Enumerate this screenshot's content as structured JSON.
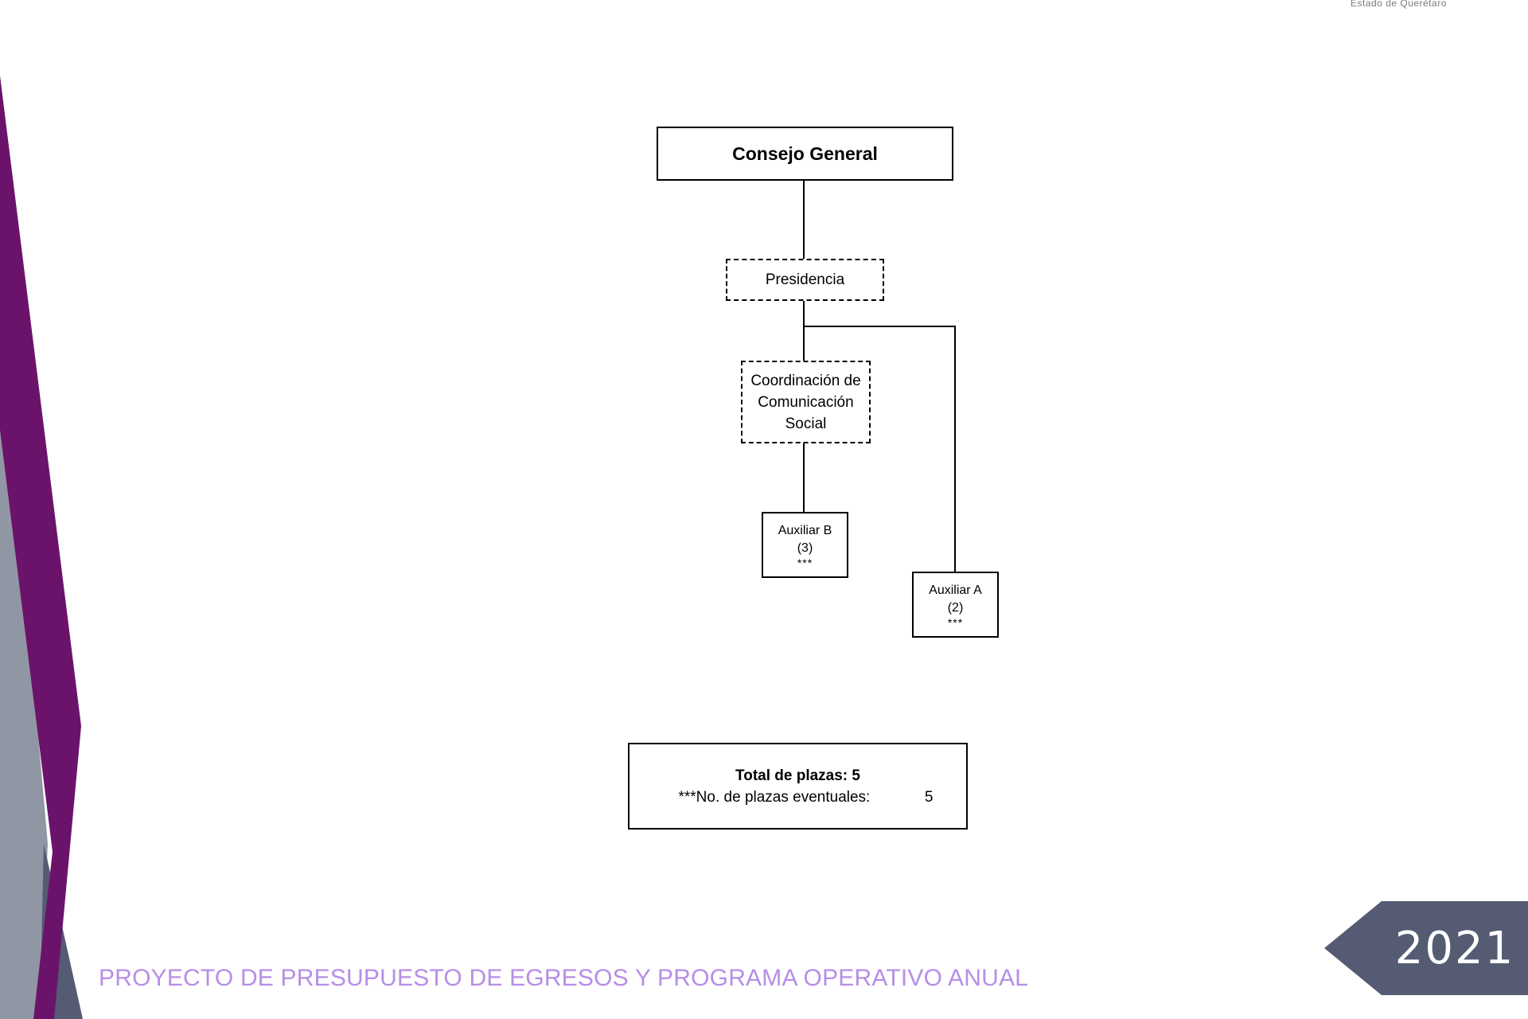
{
  "header": {
    "organization_fragment": "Estado de Querétaro"
  },
  "org_chart": {
    "consejo": "Consejo General",
    "presidencia": "Presidencia",
    "coordinacion": {
      "line1": "Coordinación de",
      "line2": "Comunicación",
      "line3": "Social"
    },
    "auxiliar_b": {
      "title": "Auxiliar B",
      "count": "(3)",
      "mark": "***"
    },
    "auxiliar_a": {
      "title": "Auxiliar A",
      "count": "(2)",
      "mark": "***"
    }
  },
  "summary": {
    "total_label": "Total de plazas: 5",
    "eventuales_label": "***No. de plazas eventuales:",
    "eventuales_value": "5"
  },
  "footer": {
    "title": "PROYECTO DE PRESUPUESTO DE EGRESOS Y PROGRAMA OPERATIVO ANUAL",
    "year": "2021"
  },
  "colors": {
    "purple": "#6b136b",
    "gray": "#9196a4",
    "dark_slate": "#545b72",
    "footer_text": "#b78ee6",
    "year_tag": "#545b72"
  }
}
